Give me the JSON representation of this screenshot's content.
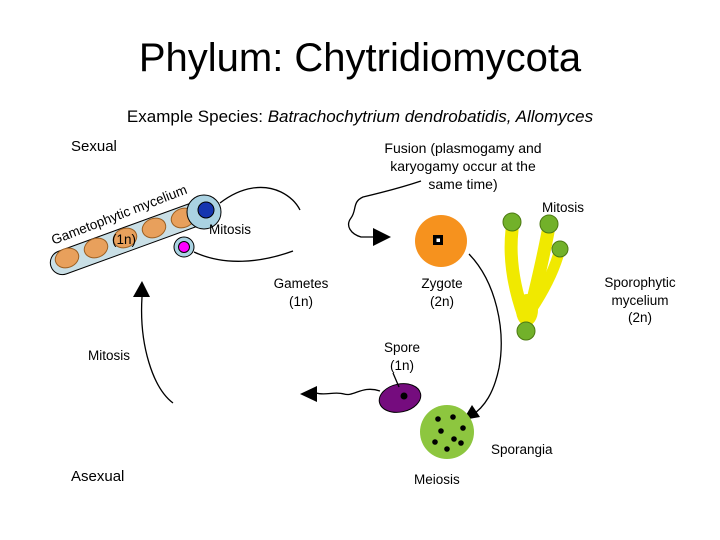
{
  "title": "Phylum: Chytridiomycota",
  "subtitle": {
    "prefix": "Example Species: ",
    "species": "Batrachochytrium dendrobatidis, Allomyces"
  },
  "labels": {
    "sexual": "Sexual",
    "asexual": "Asexual",
    "fusion": "Fusion (plasmogamy and\nkaryogamy occur at the\nsame time)",
    "gametophytic": "Gametophytic mycelium",
    "gametophytic_ploidy": "(1n)",
    "mitosis_top": "Mitosis",
    "mitosis_right": "Mitosis",
    "mitosis_left": "Mitosis",
    "gametes": "Gametes\n(1n)",
    "zygote": "Zygote\n(2n)",
    "sporophytic": "Sporophytic\nmycelium\n(2n)",
    "spore": "Spore\n(1n)",
    "sporangia": "Sporangia",
    "meiosis": "Meiosis"
  },
  "colors": {
    "background": "#ffffff",
    "text": "#000000",
    "line": "#000000",
    "mycelium_tube": "#c9dfe6",
    "mycelium_cell": "#e8a05c",
    "gamete_body": "#aad2e2",
    "nucleus_blue": "#1535b0",
    "nucleus_magenta": "#ff00ff",
    "zygote_fill": "#f6921e",
    "sporophyte_yellow": "#f0e900",
    "sporophyte_tip_green": "#72b12a",
    "sporangia_green": "#8dc63f",
    "spore_purple": "#750c7e"
  }
}
